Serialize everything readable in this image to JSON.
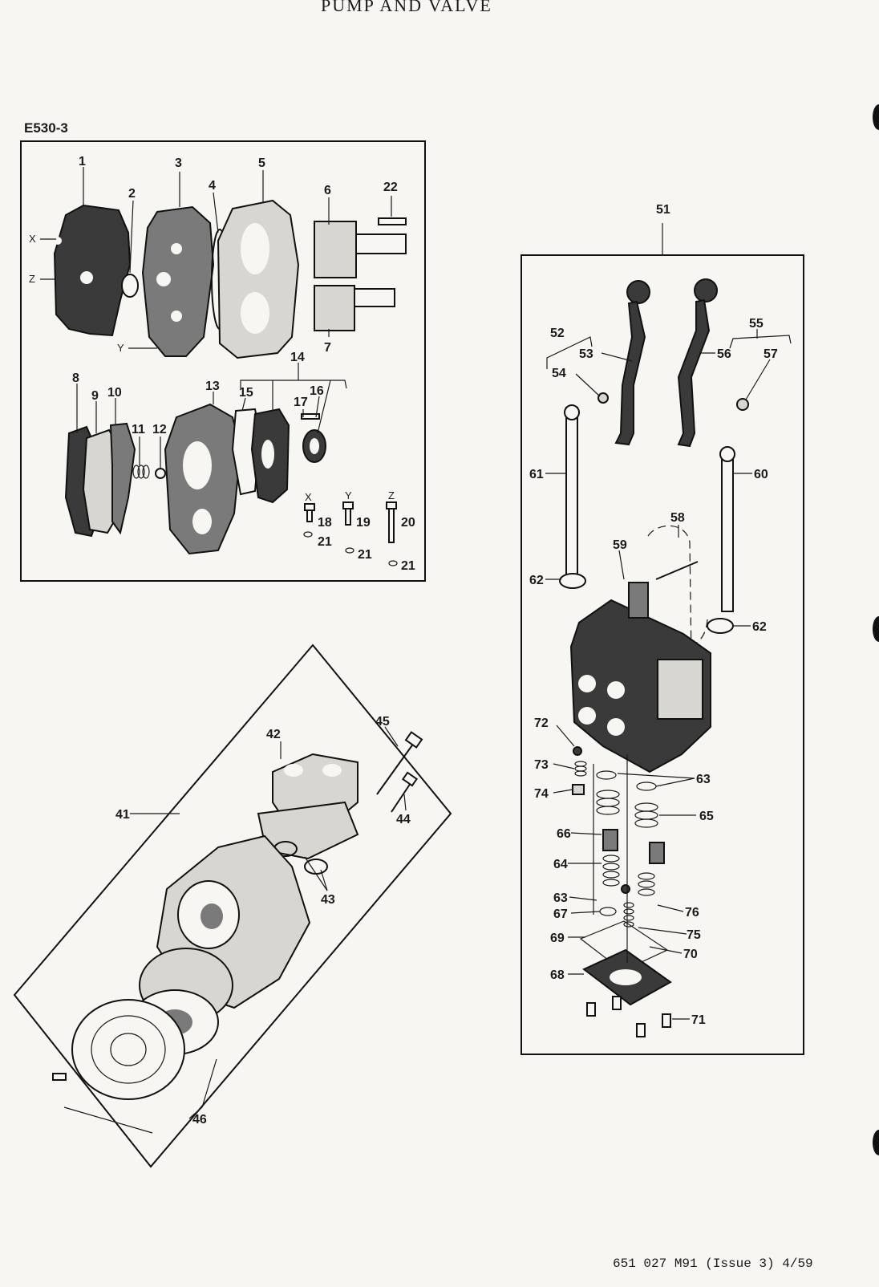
{
  "page": {
    "title": "PUMP AND VALVE",
    "figure_id": "E530-3",
    "footer": "651 027 M91 (Issue 3) 4/59"
  },
  "callouts": {
    "p1": "1",
    "p2": "2",
    "p3": "3",
    "p4": "4",
    "p5": "5",
    "p6": "6",
    "p7": "7",
    "p8": "8",
    "p9": "9",
    "p10": "10",
    "p11": "11",
    "p12": "12",
    "p13": "13",
    "p14": "14",
    "p15": "15",
    "p16": "16",
    "p17": "17",
    "p18": "18",
    "p19": "19",
    "p20": "20",
    "p21a": "21",
    "p21b": "21",
    "p21c": "21",
    "p22": "22",
    "x1": "X",
    "z1": "Z",
    "y1": "Y",
    "x2": "X",
    "y2": "Y",
    "z2": "Z",
    "p41": "41",
    "p42": "42",
    "p43": "43",
    "p44": "44",
    "p45": "45",
    "p46": "46",
    "p51": "51",
    "p52": "52",
    "p53": "53",
    "p54": "54",
    "p55": "55",
    "p56": "56",
    "p57": "57",
    "p58": "58",
    "p59": "59",
    "p60": "60",
    "p61": "61",
    "p62a": "62",
    "p62b": "62",
    "p63a": "63",
    "p63b": "63",
    "p64": "64",
    "p65": "65",
    "p66": "66",
    "p67": "67",
    "p68": "68",
    "p69": "69",
    "p70": "70",
    "p71": "71",
    "p72": "72",
    "p73": "73",
    "p74": "74",
    "p75": "75",
    "p76": "76"
  }
}
